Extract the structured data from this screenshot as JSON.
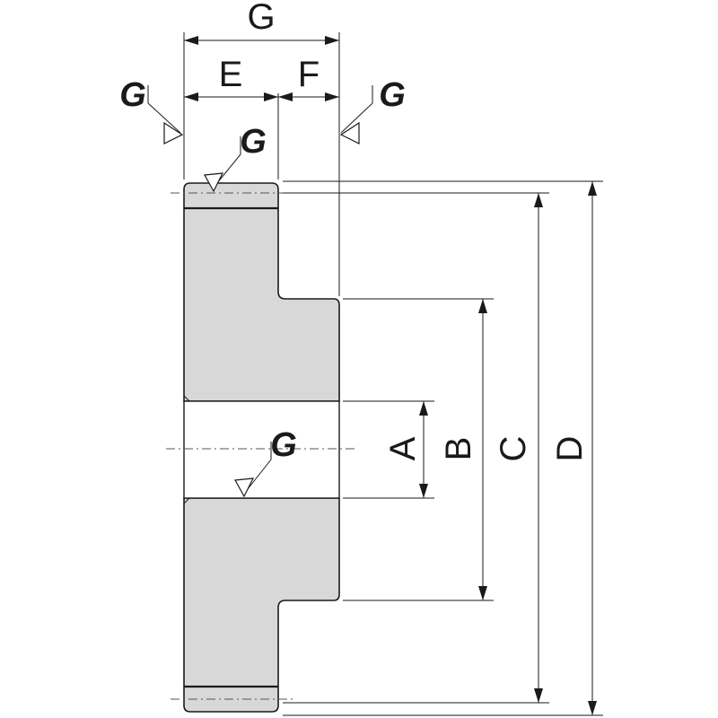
{
  "diagram": {
    "dimension_labels": {
      "overall_width": "G",
      "hub_width": "E",
      "rim_width": "F",
      "bore_diameter": "A",
      "hub_diameter": "B",
      "pitch_diameter": "C",
      "outer_diameter": "D"
    },
    "surface_finish_labels": {
      "left_face": "G",
      "right_face": "G",
      "outer_rim": "G",
      "bore": "G"
    },
    "colors": {
      "section_fill": "#d8d8d8",
      "line": "#1a1a1a",
      "background": "#ffffff"
    }
  }
}
